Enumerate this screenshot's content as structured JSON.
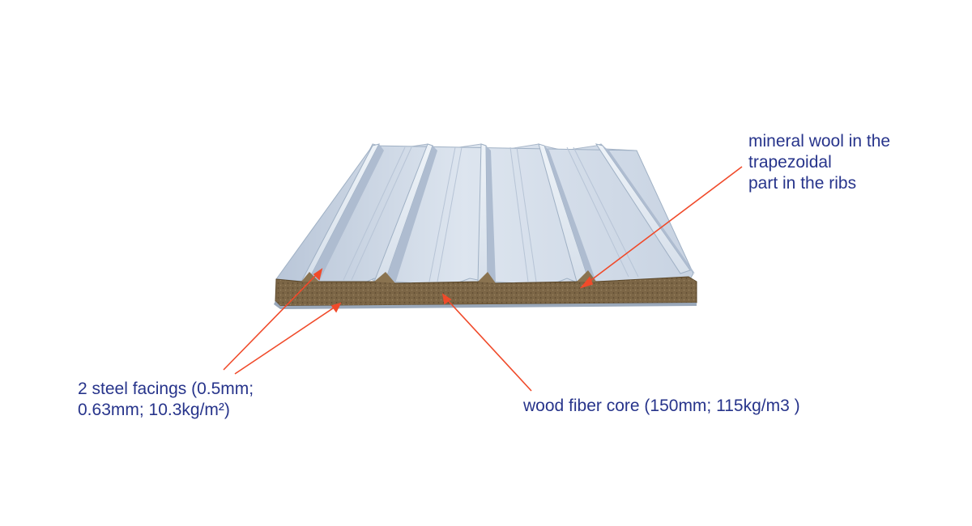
{
  "labels": {
    "mineral_wool": {
      "lines": [
        "mineral wool in the",
        "trapezoidal",
        "part in the ribs"
      ]
    },
    "steel_facings": {
      "lines": [
        "2 steel facings (0.5mm;",
        "0.63mm; 10.3kg/m²)"
      ]
    },
    "wood_core": {
      "text": "wood fiber core (150mm; 115kg/m3 )"
    }
  },
  "colors": {
    "label_text": "#27348b",
    "leader_line": "#f04a2a",
    "steel_face": "#cfd9e6",
    "core": "#7a6444"
  }
}
